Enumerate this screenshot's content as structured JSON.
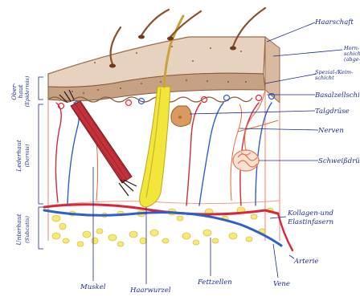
{
  "colors": {
    "epidermis": "#c7a184",
    "dermis_line": "#f0a08a",
    "fat_fill": "#f6e97a",
    "fat_stroke": "#d8c53c",
    "artery": "#d6283a",
    "vein": "#2f5fc8",
    "muscle": "#c3313a",
    "hair": "#8a4f2c",
    "hair_root": "#f2e63a",
    "label": "#1b2a8a"
  },
  "labels": {
    "haarschaft": "Haarschaft",
    "hornschicht_1": "Horn-",
    "hornschicht_2": "schicht",
    "hornschicht_3": "(abge-",
    "keimschicht_1": "Spezial-/Keim-",
    "keimschicht_2": "schicht",
    "basalzellschicht": "Basalzellschicht",
    "talgdruese": "Talgdrüse",
    "nerven": "Nerven",
    "schweissdruese": "Schweißdrüse",
    "kollagen_1": "Kollagen-und",
    "kollagen_2": "Elastinfasern",
    "arterie": "Arterie",
    "vene": "Vene",
    "fettzellen": "Fettzellen",
    "haarwurzel": "Haarwurzel",
    "muskel": "Muskel",
    "oberhaut_1": "Ober-",
    "oberhaut_2": "haut",
    "oberhaut_3": "(Epidermis)",
    "lederhaut_1": "Lederhaut",
    "lederhaut_2": "(Dermis)",
    "unterhaut_1": "Unterhaut",
    "unterhaut_2": "(Subcutis)"
  }
}
